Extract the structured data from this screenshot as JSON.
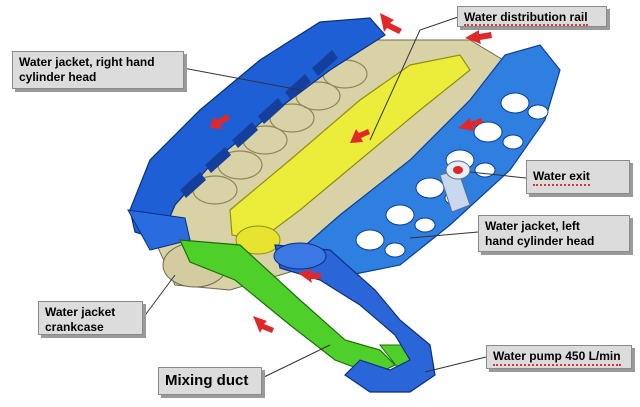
{
  "labels": {
    "water_distribution_rail": "Water distribution rail",
    "water_jacket_right_l1": "Water jacket, right hand",
    "water_jacket_right_l2": "cylinder head",
    "water_exit": "Water exit",
    "water_jacket_left_l1": "Water jacket, left",
    "water_jacket_left_l2": "hand cylinder head",
    "water_jacket_crankcase_l1": "Water jacket",
    "water_jacket_crankcase_l2": "crankcase",
    "mixing_duct": "Mixing duct",
    "water_pump": "Water pump 450 L/min"
  },
  "colors": {
    "right_head": "#1f5fd6",
    "left_head": "#2f7fe0",
    "rail": "#ecec3a",
    "crankcase": "#d8d2a6",
    "mixing_duct": "#4fcf2a",
    "pump": "#2a66d8",
    "arrow": "#e02828",
    "label_bg": "#dcdcdc"
  }
}
